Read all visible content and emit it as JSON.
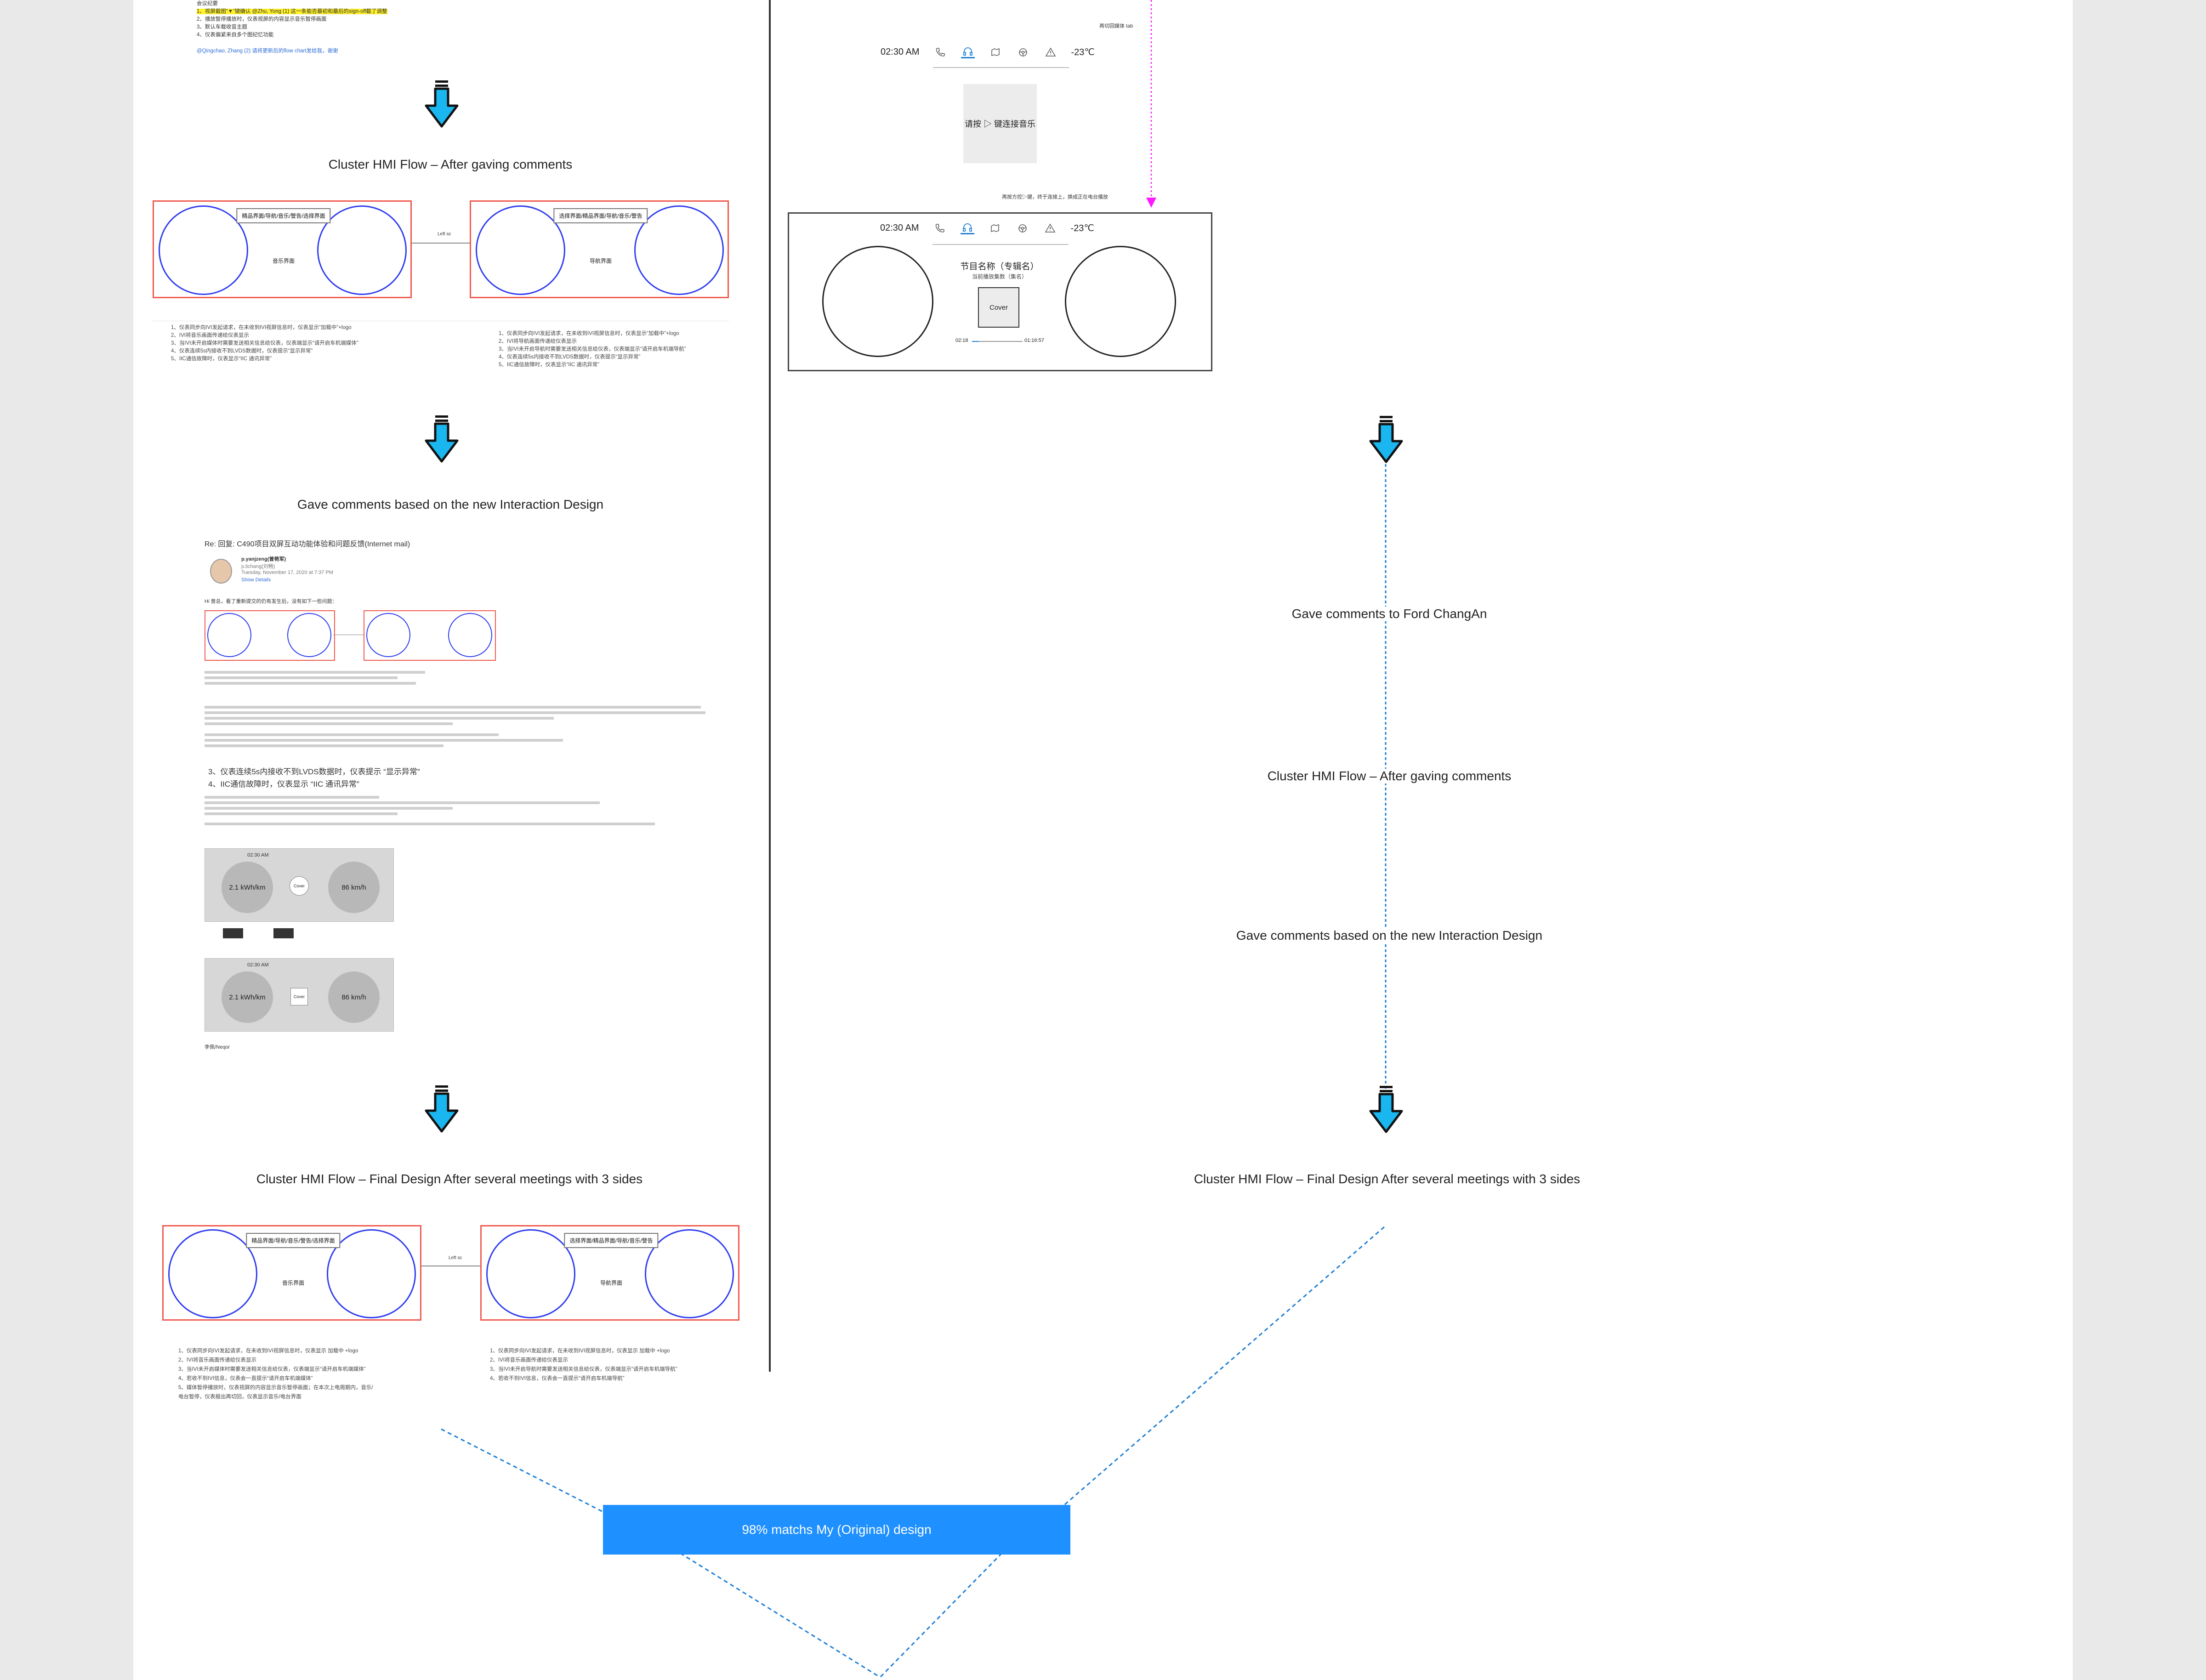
{
  "colors": {
    "flow_frame_border": "#f05a4f",
    "circle_border": "#2f3df0",
    "arrow_fill": "#19b6f0",
    "dotted_line_blue": "#1e7fd6",
    "dotted_line_magenta": "#ff19ff",
    "result_box_bg": "#1e90ff",
    "highlight_yellow": "#fff12a"
  },
  "left": {
    "meeting_notes": {
      "title": "会议纪要",
      "items": [
        "1、视屏截图“▼”键确认 @Zhu, Yong (1) 这一条能否最初和最后的sign-off截了调整",
        "2、播放暂停播放时，仪表视屏的内容显示音乐暂停画面",
        "3、默认车载收音主题",
        "4、仪表偏紧来自多个图纪忆功能"
      ],
      "mention_line": "@Qingchao, Zhang (2) 请将更新后的flow chart发给我，谢谢"
    },
    "heading_1": "Cluster HMI Flow  – After gaving comments",
    "heading_2": "Gave comments based on the new Interaction Design",
    "heading_3": "Cluster HMI Flow  – Final Design After several meetings with 3 sides",
    "flow1": {
      "frame_a_tag": "精品界面/导航/音乐/警告/选择界面",
      "frame_a_center": "音乐界面",
      "connector_label": "Left sc",
      "frame_b_tag": "选择界面/精品界面/导航/音乐/警告",
      "frame_b_center": "导航界面",
      "notes_a": [
        "1、仪表同步向IVI发起请求，在未收到IVI视屏信息时，仪表显示“加载中”+logo",
        "2、IVI将音乐画面传递给仪表显示",
        "3、当IVI未开启媒体时需要发送相关信息给仪表，仪表端显示“请开启车机端媒体”",
        "4、仪表连续5s内接收不到LVDS数据时，仪表提示“显示异常”",
        "5、IIC通信故障时，仪表显示“IIC 通讯异常”"
      ],
      "notes_b": [
        "1、仪表同步向IVI发起请求，在未收到IVI视屏信息时，仪表显示“加载中”+logo",
        "2、IVI将导航画面传递给仪表显示",
        "3、当IVI未开启导航时需要发送相关信息给仪表，仪表端显示“请开启车机端导航”",
        "4、仪表连续5s内接收不到LVDS数据时，仪表提示“显示异常”",
        "5、IIC通信故障时，仪表显示“IIC 通讯异常”"
      ]
    },
    "email": {
      "subject": "Re: 回复: C490项目双屏互动功能体验和问题反馈(Internet mail)",
      "sender": "p.yanjzeng(曾艳军)",
      "to": "p.lichang(刘畅)",
      "date": "Tuesday, November 17, 2020 at 7:37 PM",
      "show_details": "Show Details",
      "greeting": "Hi 曾总，看了重新提交的仍有发生后，没有如下一些问题：",
      "quote_line_1": "3、仪表连续5s内接收不到LVDS数据时，仪表提示 “显示异常”",
      "quote_line_2": "4、IIC通信故障时，仪表显示 “IIC 通讯异常”",
      "card_1": {
        "time": "02:30 AM",
        "left_value": "2.1 kWh/km",
        "center_label": "Cover",
        "right_value": "86 km/h"
      },
      "card_2": {
        "time": "02:30 AM",
        "left_value": "2.1 kWh/km",
        "center_label": "Cover",
        "right_value": "86 km/h"
      },
      "signoff": "李佩/Neqor"
    },
    "flow2": {
      "frame_a_tag": "精品界面/导航/音乐/警告/选择界面",
      "frame_a_center": "音乐界面",
      "connector_label": "Left sc",
      "frame_b_tag": "选择界面/精品界面/导航/音乐/警告",
      "frame_b_center": "导航界面",
      "notes_a": [
        "1、仪表同步向IVI发起请求，在未收到IVI视屏信息时，仪表显示 加载中 +logo",
        "2、IVI将音乐画面传递给仪表显示",
        "3、当IVI未开启媒体时需要发送相关信息给仪表，仪表端显示“请开启车机端媒体”",
        "4、若收不到IVI信息，仪表会一直提示“请开启车机端媒体”",
        "5、媒体暂停播放时，仪表视屏的内容显示音乐暂停画面；在本次上电周期内，音乐/",
        "   电台暂停，仪表报出再切回，仪表显示音乐/电台界面"
      ],
      "notes_b": [
        "1、仪表同步向IVI发起请求，在未收到IVI视屏信息时，仪表显示 加载中 +logo",
        "2、IVI将音乐画面传递给仪表显示",
        "3、当IVI未开启导航时需要发送相关信息给仪表，仪表端显示“请开启车机端导航”",
        "4、若收不到IVI信息，仪表会一直提示“请开启车机端导航”"
      ]
    }
  },
  "right": {
    "top_label": "再切回媒体 tab",
    "status_bar_1": {
      "time": "02:30 AM",
      "temp": "-23℃"
    },
    "connect_card_text": "请按 ▷ 键连接音乐",
    "step_label": "再按方控▷键，终于连接上，换成正在电台播放",
    "panel": {
      "time": "02:30 AM",
      "temp": "-23℃",
      "program_name": "节目名称（专辑名）",
      "program_sub": "当前播放集数（集名）",
      "cover": "Cover",
      "elapsed": "02:18",
      "total": "01:16:57"
    },
    "labels_on_line": [
      "Gave comments to Ford ChangAn",
      "Cluster HMI Flow  – After gaving comments",
      "Gave comments based on the new Interaction Design"
    ],
    "heading_final": "Cluster HMI Flow  – Final Design After several meetings with 3 sides"
  },
  "result": {
    "label": "98% matchs My (Original) design"
  }
}
